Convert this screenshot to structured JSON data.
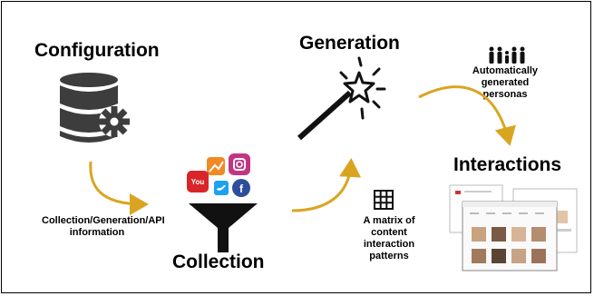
{
  "stages": {
    "configuration": {
      "title": "Configuration",
      "icon": "database-gear-icon"
    },
    "generation": {
      "title": "Generation",
      "icon": "magic-wand-icon"
    },
    "interactions": {
      "title": "Interactions",
      "icon": "ui-screenshots-icon"
    },
    "collection": {
      "title": "Collection",
      "icon": "social-media-funnel-icon"
    }
  },
  "notes": {
    "config_to_collection": "Collection/Generation/API information",
    "collection_to_generation": "A matrix of content interaction patterns",
    "generation_to_interactions": "Automatically generated personas"
  },
  "icons": {
    "people": "people-group-icon",
    "grid": "grid-matrix-icon"
  },
  "colors": {
    "arrow": "#D9A521",
    "database": "#3D3D3D",
    "funnel": "#111111"
  }
}
